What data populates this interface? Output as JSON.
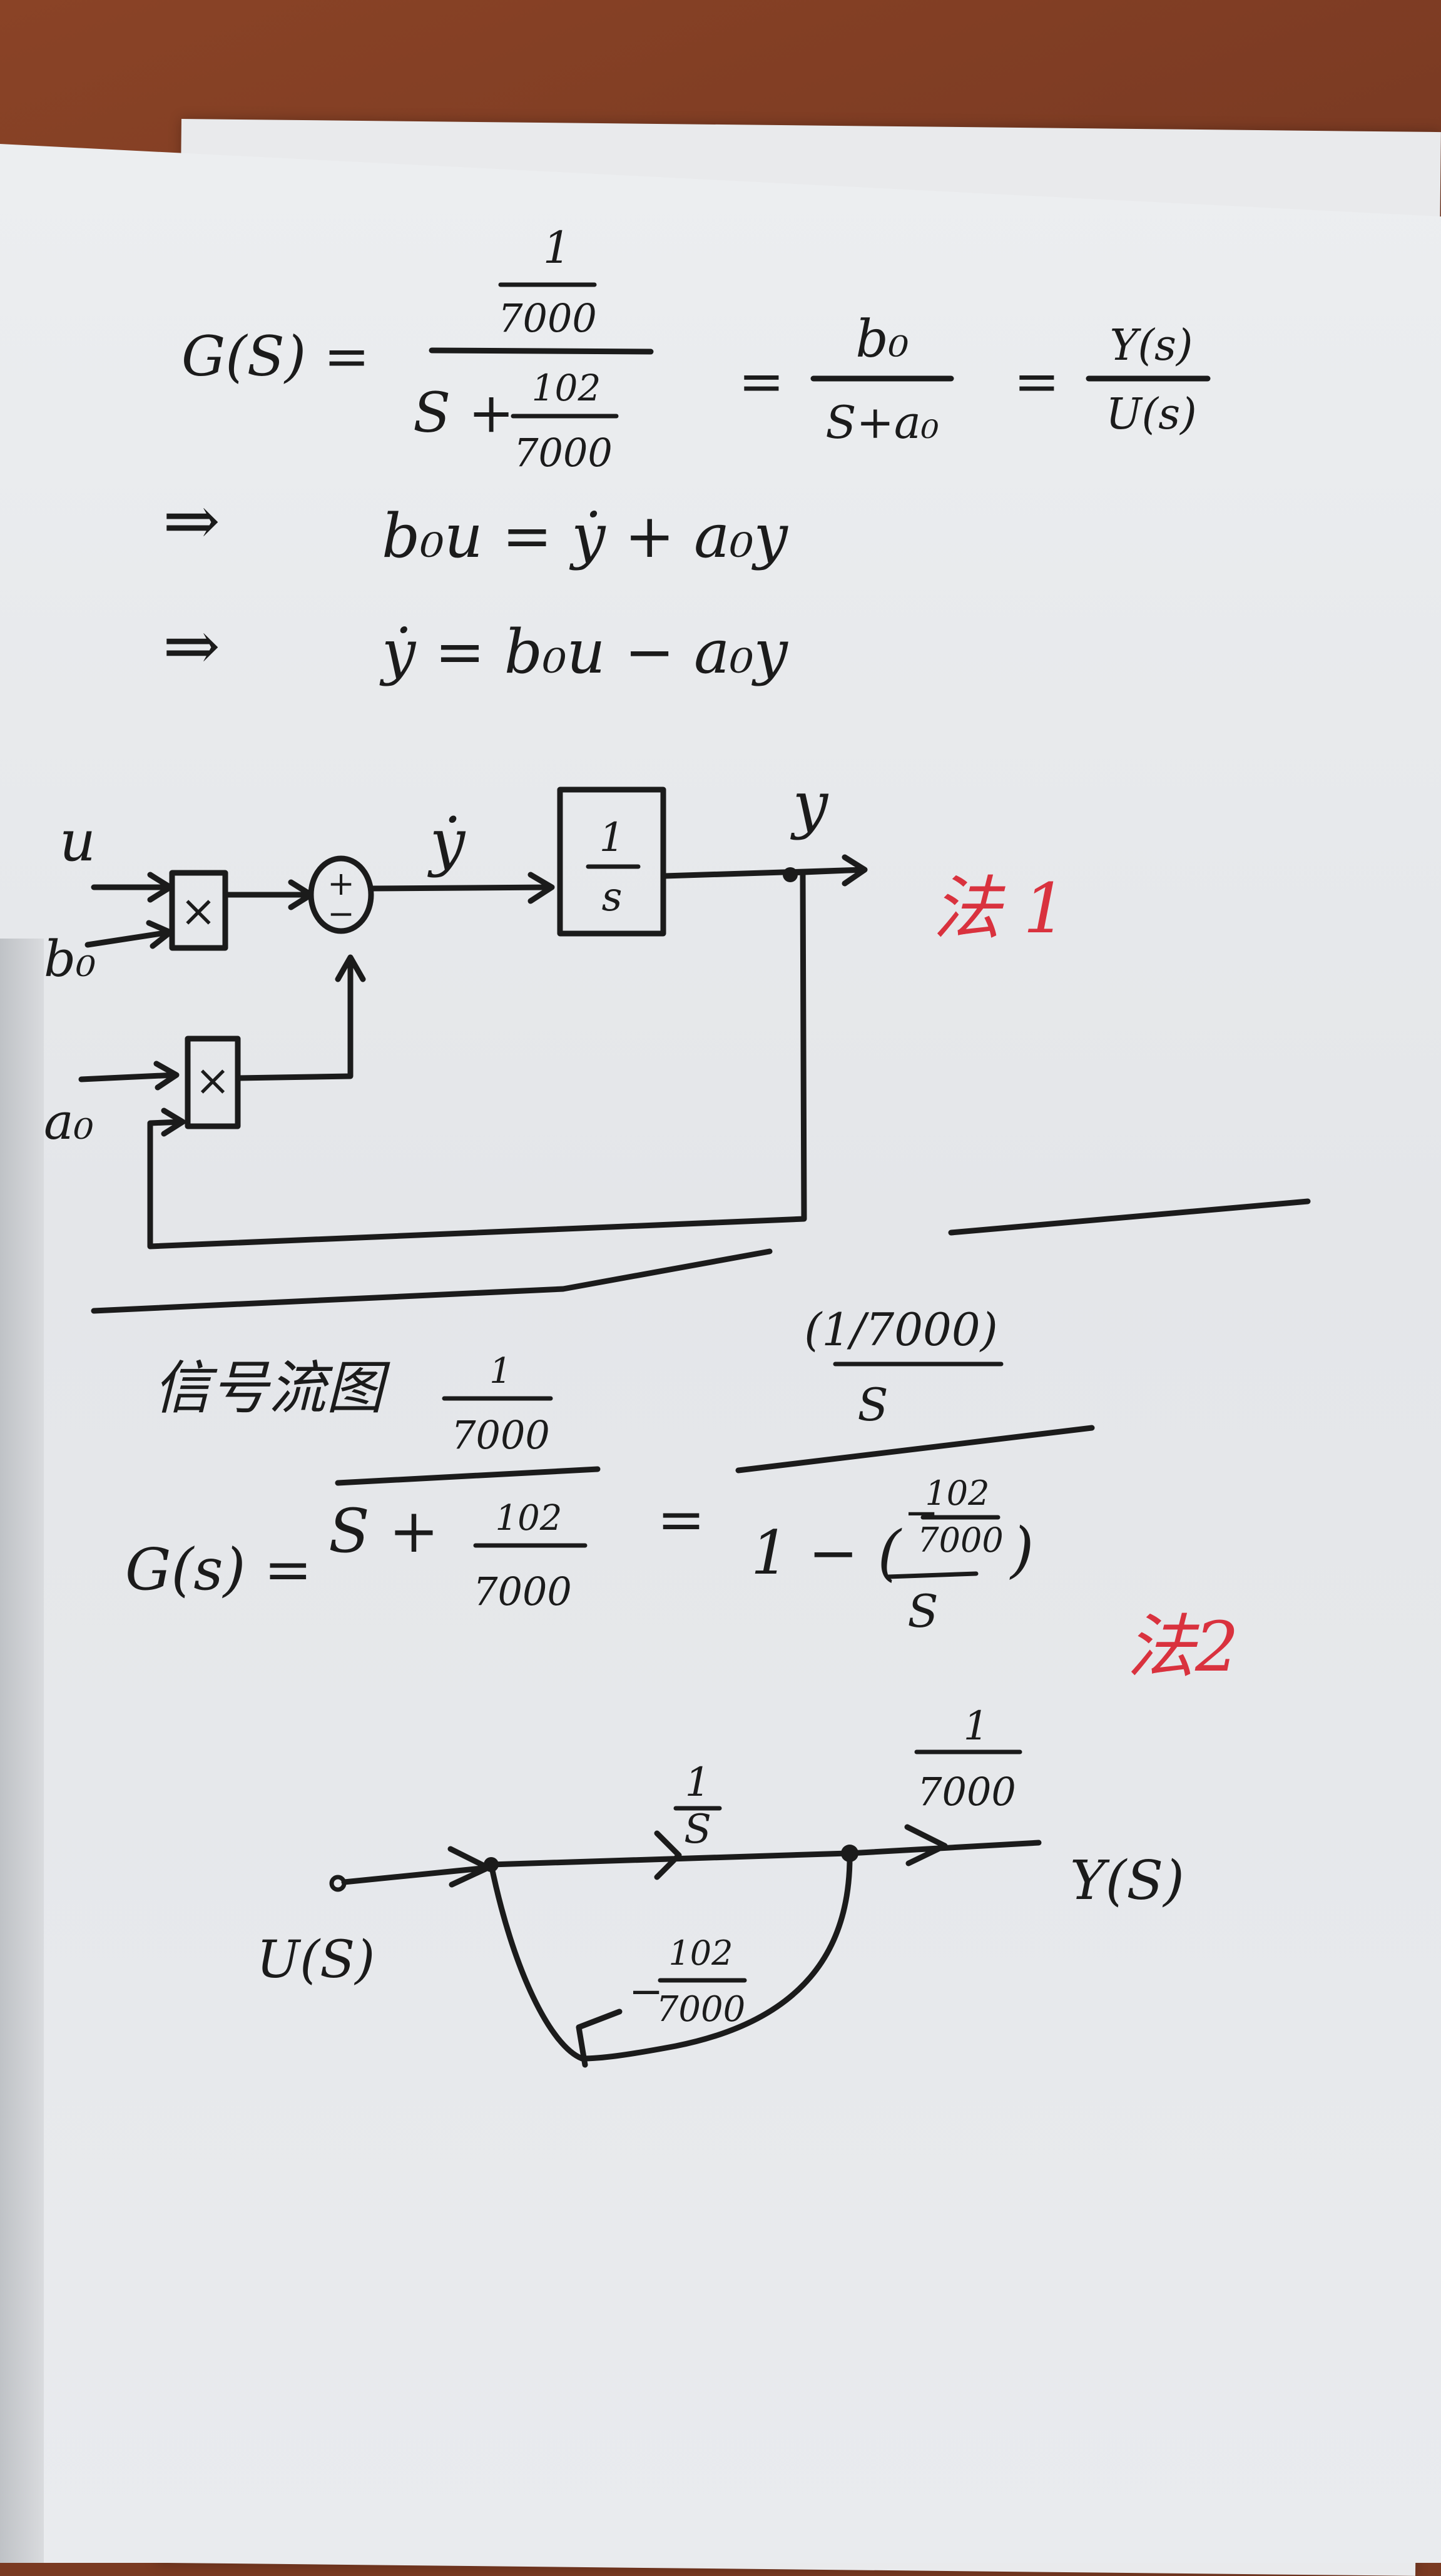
{
  "colors": {
    "ink": "#1b1b1b",
    "red_ink": "#d9323e",
    "paper": "#e8eaed",
    "table": "#7a3a22"
  },
  "equations": {
    "g_lhs": "G(S) =",
    "frac1_num": "1",
    "frac1_den": "7000",
    "s_plus": "S +",
    "frac2_num": "102",
    "frac2_den": "7000",
    "eq": "=",
    "b0": "b₀",
    "s_plus_a0": "S+a₀",
    "ys": "Y(s)",
    "us": "U(s)",
    "implies": "⇒",
    "line2": "b₀u =  ẏ + a₀y",
    "line3": "ẏ =  b₀u − a₀y"
  },
  "block_diagram": {
    "u": "u",
    "b0": "b₀",
    "a0": "a₀",
    "mult": "×",
    "sum_plus": "+",
    "sum_minus": "−",
    "ydot": "ẏ",
    "integrator_num": "1",
    "integrator_den": "s",
    "y": "y",
    "method_label": "法 1"
  },
  "signal_flow": {
    "title": "信号流图",
    "g_lhs": "G(s) =",
    "frac_num": "1",
    "frac_den": "7000",
    "s_plus": "S +",
    "frac2_num": "102",
    "frac2_den": "7000",
    "eq": "=",
    "rhs_num_inner": "(1/7000)",
    "rhs_num_s": "S",
    "rhs_den_one": "1 − (",
    "rhs_den_minus": "−",
    "rhs_den_close": ")",
    "method_label": "法2",
    "branch_1s_num": "1",
    "branch_1s_den": "S",
    "branch_gain_num": "1",
    "branch_gain_den": "7000",
    "input_label": "U(S)",
    "output_label": "Y(S)",
    "feedback_sign": "−",
    "feedback_num": "102",
    "feedback_den": "7000"
  }
}
